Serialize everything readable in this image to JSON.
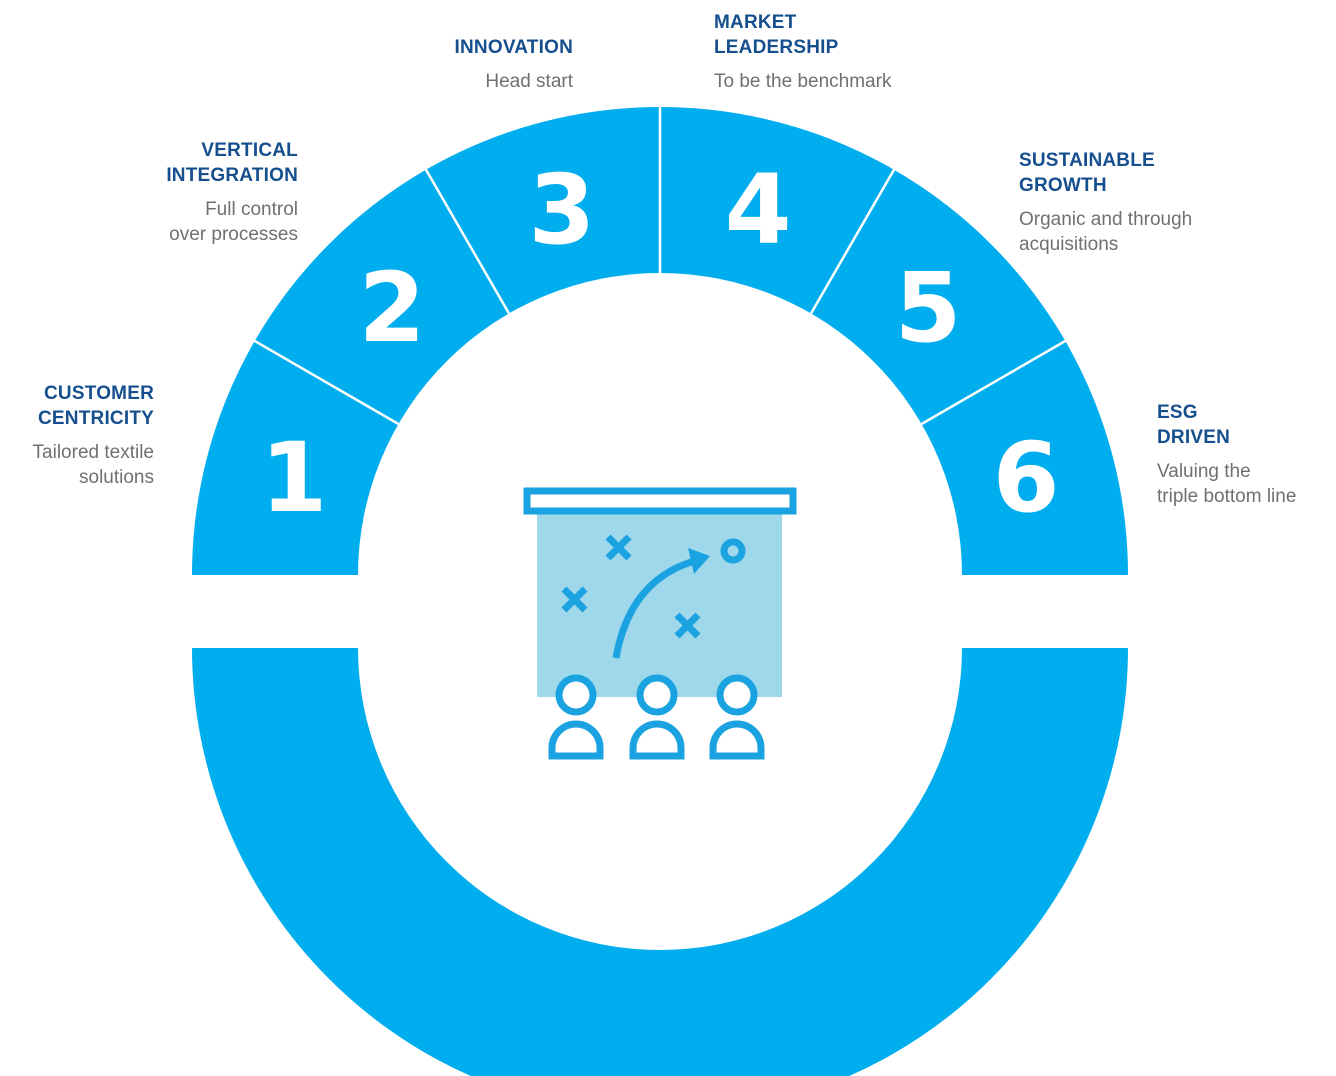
{
  "colors": {
    "ring": "#00adee",
    "ring_divider": "#ffffff",
    "number": "#ffffff",
    "title": "#164f8e",
    "description": "#707070",
    "icon_stroke": "#1ba2e0",
    "icon_board_fill": "#9fd8ea"
  },
  "pillars": [
    {
      "number": "1",
      "title_lines": [
        "CUSTOMER",
        "CENTRICITY"
      ],
      "desc_lines": [
        "Tailored textile",
        "solutions"
      ]
    },
    {
      "number": "2",
      "title_lines": [
        "VERTICAL",
        "INTEGRATION"
      ],
      "desc_lines": [
        "Full control",
        "over processes"
      ]
    },
    {
      "number": "3",
      "title_lines": [
        "INNOVATION"
      ],
      "desc_lines": [
        "Head start"
      ]
    },
    {
      "number": "4",
      "title_lines": [
        "MARKET",
        "LEADERSHIP"
      ],
      "desc_lines": [
        "To be the benchmark"
      ]
    },
    {
      "number": "5",
      "title_lines": [
        "SUSTAINABLE",
        "GROWTH"
      ],
      "desc_lines": [
        "Organic and through",
        "acquisitions"
      ]
    },
    {
      "number": "6",
      "title_lines": [
        "ESG",
        "DRIVEN"
      ],
      "desc_lines": [
        "Valuing the",
        "triple bottom line"
      ]
    }
  ],
  "center_icon": "strategy-board-team-icon"
}
